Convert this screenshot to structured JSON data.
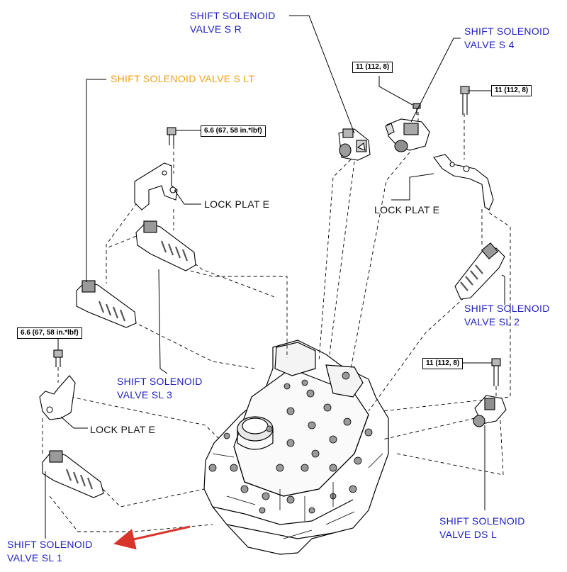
{
  "labels": {
    "shift_solenoid_valve_sr": [
      "SHIFT SOLENOID",
      "VALVE S R"
    ],
    "shift_solenoid_valve_s4": [
      "SHIFT SOLENOID",
      "VALVE S 4"
    ],
    "shift_solenoid_valve_slt": "SHIFT SOLENOID VALVE S LT",
    "shift_solenoid_valve_sl3": [
      "SHIFT SOLENOID",
      "VALVE SL 3"
    ],
    "shift_solenoid_valve_sl2": [
      "SHIFT SOLENOID",
      "VALVE SL 2"
    ],
    "shift_solenoid_valve_dsl": [
      "SHIFT SOLENOID",
      "VALVE DS L"
    ],
    "shift_solenoid_valve_sl1": [
      "SHIFT SOLENOID",
      "VALVE SL 1"
    ],
    "lock_plate": "LOCK PLAT E"
  },
  "torque_specs": {
    "top_center": "11 (112, 8)",
    "top_right": "11 (112, 8)",
    "right": "11 (112, 8)",
    "slt_lock_plate_bolt": "6.6 (67, 58 in.*lbf)",
    "sl1_lock_plate_bolt": "6.6 (67, 58 in.*lbf)"
  },
  "colors": {
    "label_blue": "#1f1fbf",
    "label_orange": "#f0a018",
    "arrow_red": "#d9342b"
  }
}
